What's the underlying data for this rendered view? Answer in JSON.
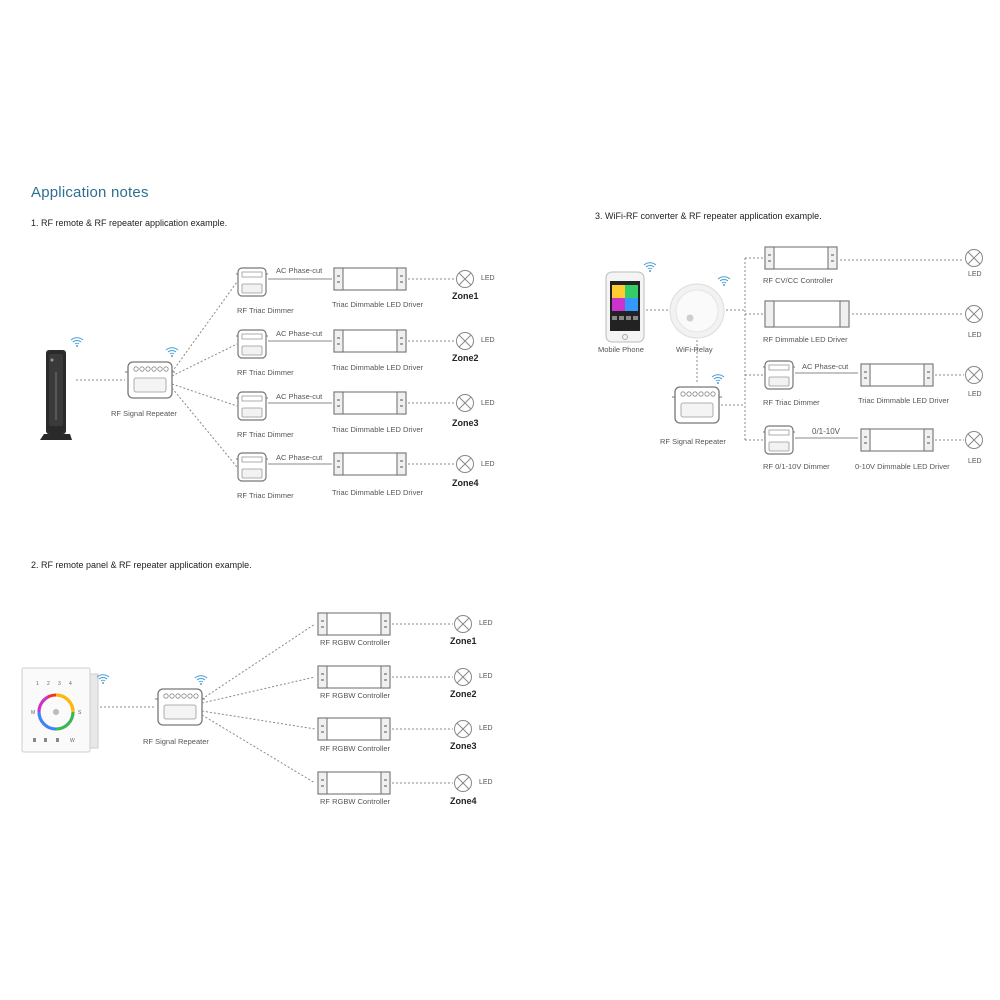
{
  "title": "Application notes",
  "sections": [
    {
      "heading": "1. RF remote & RF repeater application example."
    },
    {
      "heading": "2. RF remote panel & RF repeater application example."
    },
    {
      "heading": "3. WiFi-RF converter & RF repeater application example."
    }
  ],
  "labels": {
    "rf_signal_repeater": "RF Signal Repeater",
    "rf_triac_dimmer": "RF Triac Dimmer",
    "ac_phase_cut": "AC Phase-cut",
    "triac_dimmable_led_driver": "Triac Dimmable LED Driver",
    "rf_rgbw_controller": "RF RGBW Controller",
    "led": "LED",
    "mobile_phone": "Mobile Phone",
    "wifi_relay": "WiFi-Relay",
    "rf_cv_cc_controller": "RF CV/CC Controller",
    "rf_dimmable_led_driver": "RF Dimmable LED Driver",
    "rf_0_10v_dimmer": "RF 0/1-10V Dimmer",
    "v_0_1_10": "0/1-10V",
    "driver_0_10v": "0-10V Dimmable LED Driver"
  },
  "zones": [
    "Zone1",
    "Zone2",
    "Zone3",
    "Zone4"
  ],
  "panel_keys": [
    "1",
    "2",
    "3",
    "4",
    "M",
    "S",
    "W"
  ],
  "colors": {
    "title": "#2f6e93",
    "device": "#777777",
    "dashed": "#888888",
    "wifi": "#4a9fd8"
  }
}
